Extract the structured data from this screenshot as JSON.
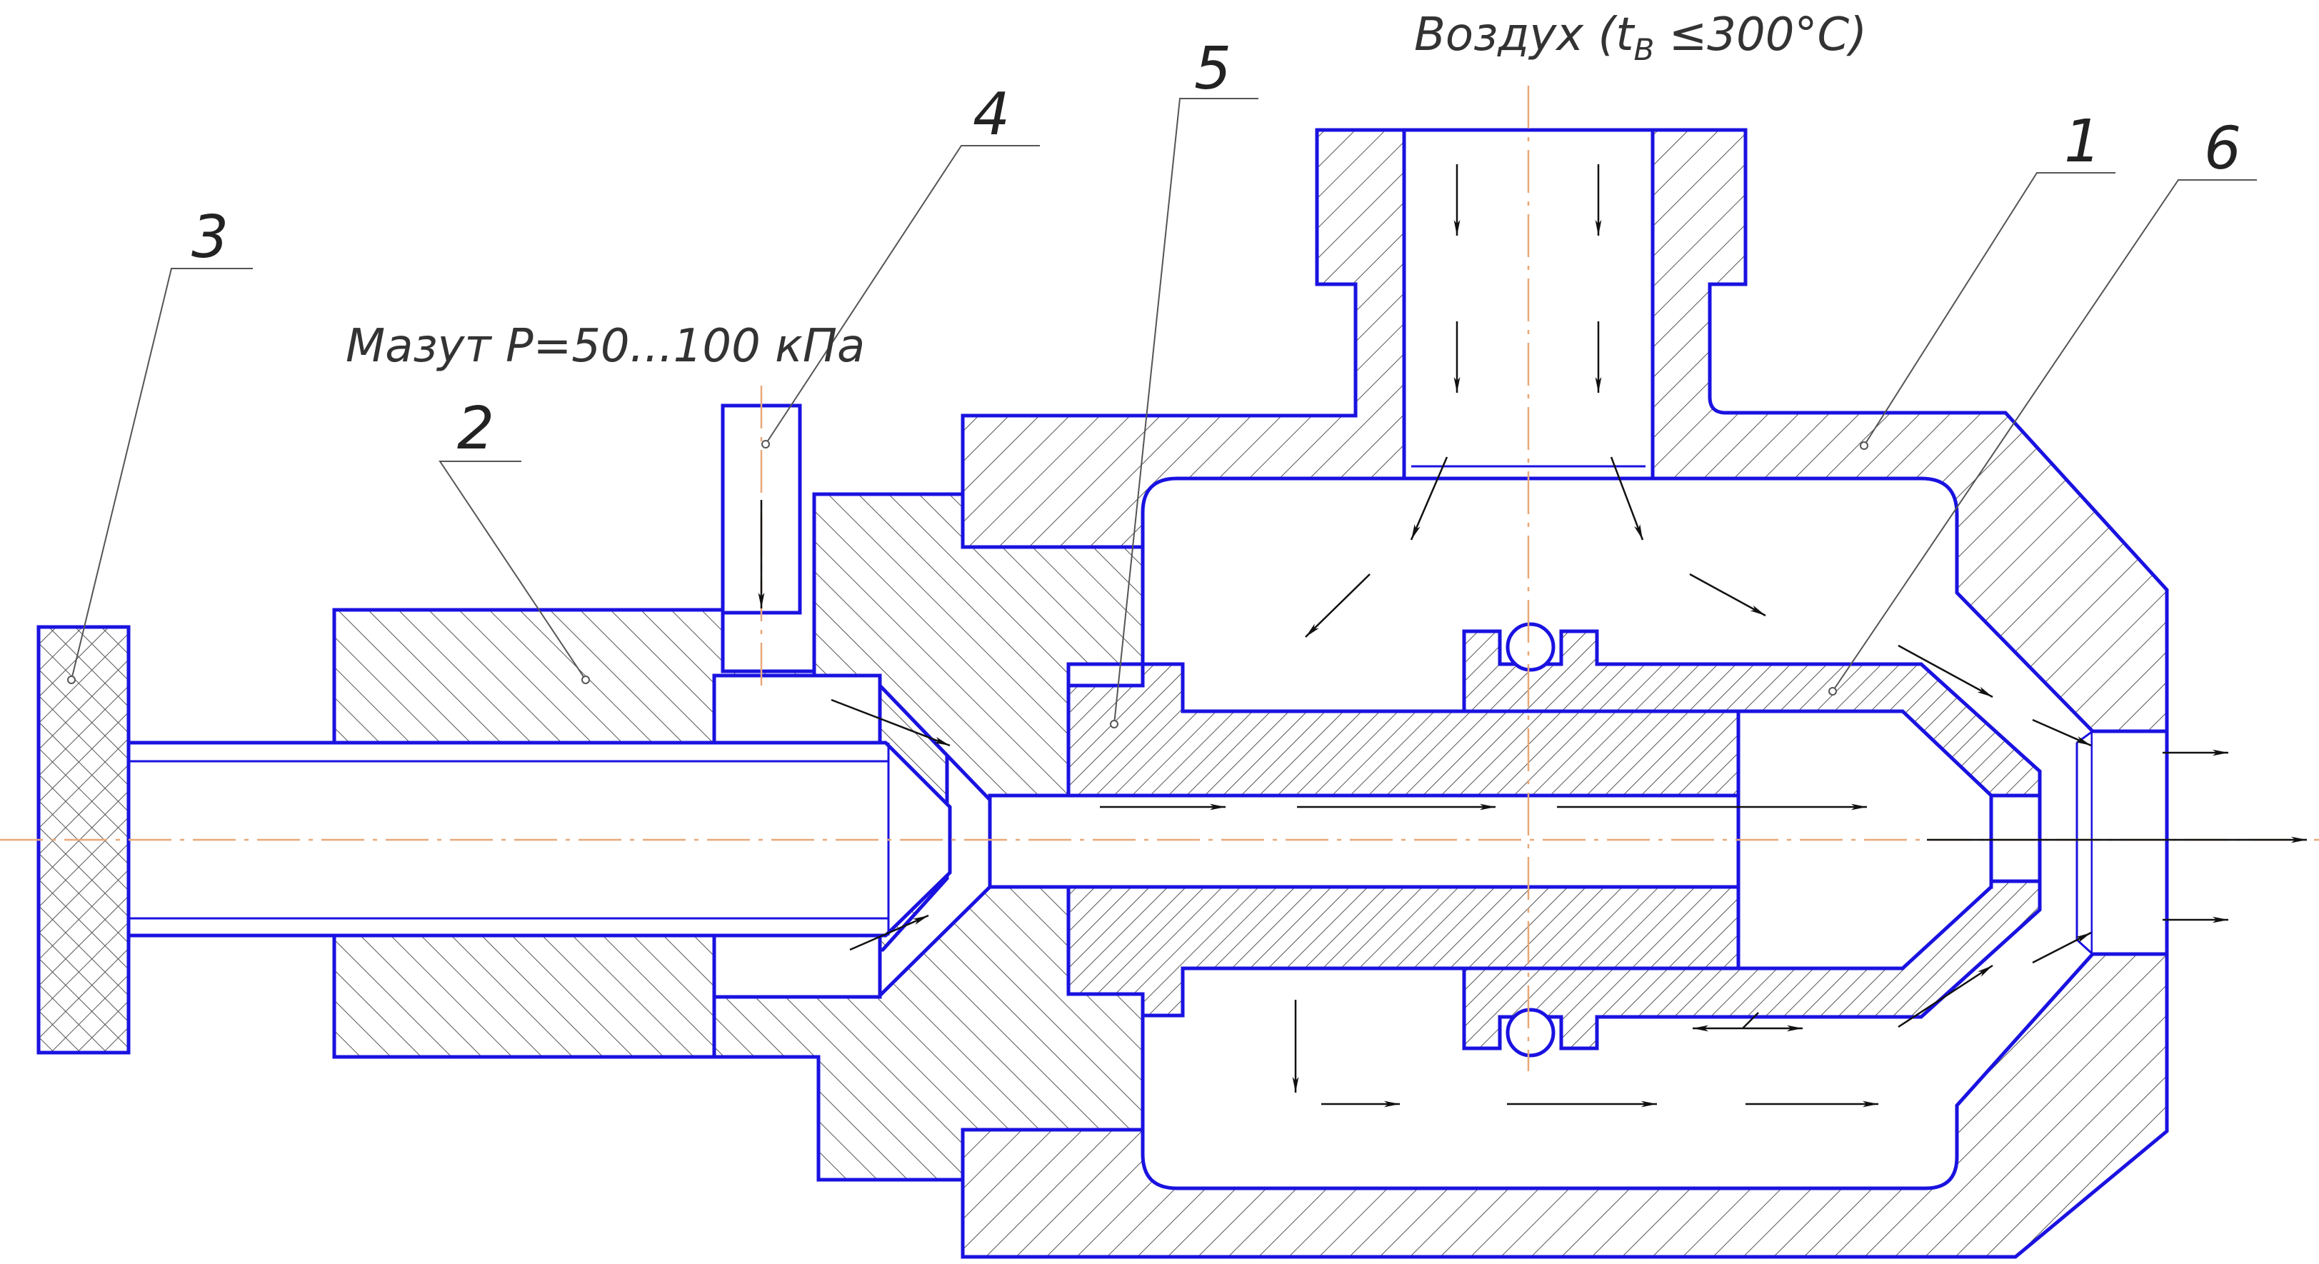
{
  "labels": {
    "air": "Воздух (t",
    "air_sub": "В",
    "air_tail": " ≤300°C)",
    "fuel": "Мазут  P=50...100 кПа"
  },
  "parts": [
    {
      "id": "1",
      "text": "1"
    },
    {
      "id": "2",
      "text": "2"
    },
    {
      "id": "3",
      "text": "3"
    },
    {
      "id": "4",
      "text": "4"
    },
    {
      "id": "5",
      "text": "5"
    },
    {
      "id": "6",
      "text": "6"
    }
  ],
  "colors": {
    "contour": "#1a12e0",
    "axis": "#e8a878",
    "flow_arrows": "#111111"
  }
}
